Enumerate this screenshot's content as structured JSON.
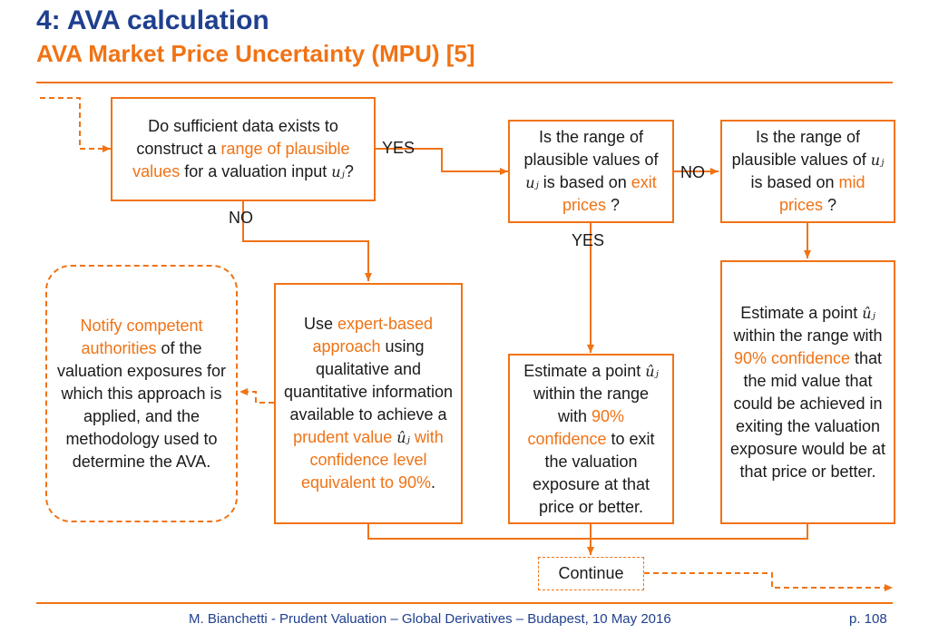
{
  "header": {
    "title": "4: AVA calculation",
    "subtitle": "AVA Market Price Uncertainty (MPU) [5]"
  },
  "diagram": {
    "q1": {
      "t1": "Do sufficient data exists to construct a ",
      "o1": "range of plausible values",
      "t2": " for a valuation input ",
      "var": "uⱼ",
      "t3": "?"
    },
    "q2": {
      "t1": "Is the range of plausible values of ",
      "var": "uⱼ",
      "t2": " is based on ",
      "o1": "exit prices",
      "t3": " ?"
    },
    "q3": {
      "t1": "Is the range of plausible values of ",
      "var": "uⱼ",
      "t2": " is based on ",
      "o1": "mid prices",
      "t3": " ?"
    },
    "expert": {
      "t1": "Use ",
      "o1": "expert-based approach",
      "t2": " using qualitative and quantitative information available to achieve a ",
      "o2": "prudent value",
      "var": "ûⱼ",
      "o3": "with confidence level equivalent to 90%",
      "t3": "."
    },
    "notify": {
      "o1": "Notify competent authorities",
      "t1": " of the valuation exposures for which this approach is applied, and the methodology used to determine the AVA."
    },
    "exit_est": {
      "t1": "Estimate a point ",
      "var": "ûⱼ",
      "t2": " within the range with ",
      "o1": "90% confidence",
      "t3": " to exit the valuation exposure at that price or better."
    },
    "mid_est": {
      "t1": "Estimate a point ",
      "var": "ûⱼ",
      "t2": " within the range with ",
      "o1": "90% confidence",
      "t3": " that the mid value that could be achieved in exiting the valuation exposure would be at that price or better."
    },
    "continue": "Continue",
    "labels": {
      "yes1": "YES",
      "no1": "NO",
      "no2": "NO",
      "yes2": "YES"
    }
  },
  "footer": {
    "text": "M. Bianchetti - Prudent Valuation – Global Derivatives – Budapest, 10 May 2016",
    "page": "p. 108"
  },
  "colors": {
    "accent": "#f07315",
    "title": "#1f3f8f",
    "text": "#1a1a1a"
  }
}
